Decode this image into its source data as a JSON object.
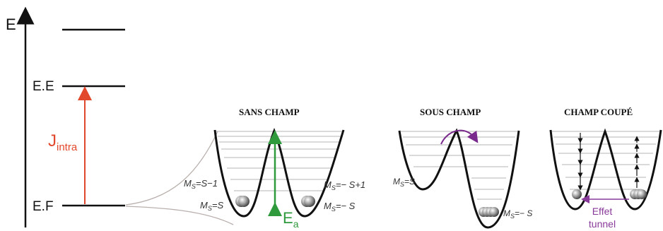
{
  "energy_axis": {
    "label": "E",
    "levels": {
      "excited": "E.E",
      "ground": "E.F"
    },
    "exchange": {
      "label": "J",
      "subscript": "intra",
      "color": "#e2482b"
    }
  },
  "panels": {
    "no_field": {
      "title": "SANS CHAMP",
      "labels": {
        "left_upper": "M",
        "left_upper_sub": "S",
        "left_upper_rest": "=S−1",
        "left_lower": "M",
        "left_lower_sub": "S",
        "left_lower_rest": "=S",
        "right_upper": "M",
        "right_upper_sub": "S",
        "right_upper_rest": "=− S+1",
        "right_lower": "M",
        "right_lower_sub": "S",
        "right_lower_rest": "=− S"
      },
      "barrier": {
        "label": "E",
        "subscript": "a",
        "color": "#2e9a3c"
      }
    },
    "field_on": {
      "title": "SOUS CHAMP",
      "labels": {
        "left": "M",
        "left_sub": "S",
        "left_rest": "=S",
        "right": "M",
        "right_sub": "S",
        "right_rest": "=− S"
      },
      "arrow_color": "#7a2a8c"
    },
    "field_off": {
      "title": "CHAMP COUPÉ",
      "tunnel_line1": "Effet",
      "tunnel_line2": "tunnel",
      "tunnel_color": "#8a3a9a"
    }
  },
  "colors": {
    "line": "#111111",
    "grid": "#b4b4b4",
    "connector": "#b9b0ad"
  }
}
